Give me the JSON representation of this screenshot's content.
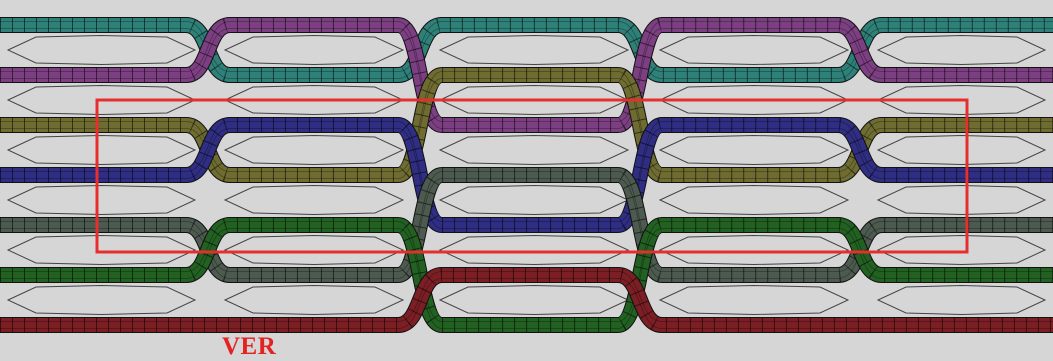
{
  "caption": {
    "text": "VER",
    "color": "#e32222"
  },
  "colors": {
    "background": "#d6d6d6",
    "roi_box": "#e62e2e",
    "weft_outline": "#444444",
    "yarn_outline": "#111111"
  },
  "yarns": [
    {
      "name": "teal",
      "color": "#2e8078"
    },
    {
      "name": "purple",
      "color": "#7c3f82"
    },
    {
      "name": "olive",
      "color": "#6e6c30"
    },
    {
      "name": "navy",
      "color": "#2f2e82"
    },
    {
      "name": "slate",
      "color": "#4d5a4f"
    },
    {
      "name": "green",
      "color": "#226122"
    },
    {
      "name": "maroon",
      "color": "#7c1f24"
    }
  ]
}
